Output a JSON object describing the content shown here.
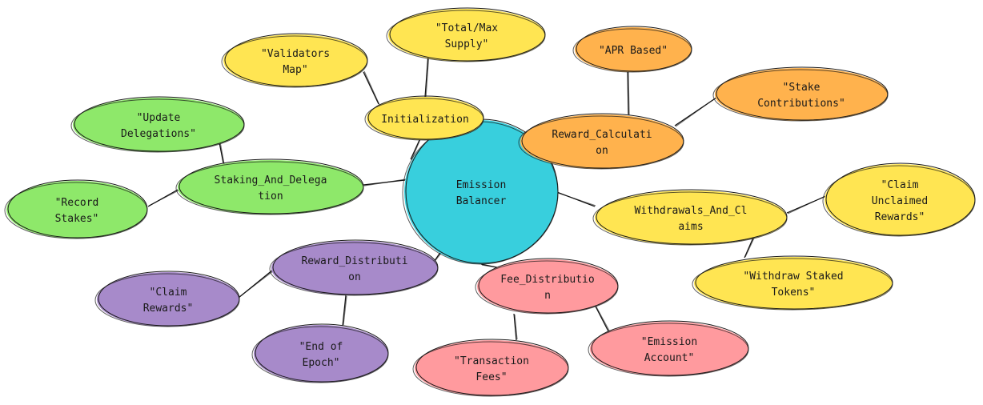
{
  "colors": {
    "center": "#38CFDD",
    "yellow": "#FFE552",
    "orange": "#FFB24D",
    "green": "#8EE86A",
    "purple": "#A78ACA",
    "pink": "#FF9A9E"
  },
  "nodes": {
    "center": {
      "lines": [
        "Emission",
        "Balancer"
      ]
    },
    "initialization": {
      "lines": [
        "Initialization"
      ]
    },
    "validators_map": {
      "lines": [
        "\"Validators",
        "Map\""
      ]
    },
    "total_max_supply": {
      "lines": [
        "\"Total/Max",
        "Supply\""
      ]
    },
    "reward_calculation": {
      "lines": [
        "Reward_Calculati",
        "on"
      ]
    },
    "apr_based": {
      "lines": [
        "\"APR Based\""
      ]
    },
    "stake_contributions": {
      "lines": [
        "\"Stake",
        "Contributions\""
      ]
    },
    "withdrawals_and_claims": {
      "lines": [
        "Withdrawals_And_Cl",
        "aims"
      ]
    },
    "claim_unclaimed_rewards": {
      "lines": [
        "\"Claim",
        "Unclaimed",
        "Rewards\""
      ]
    },
    "withdraw_staked_tokens": {
      "lines": [
        "\"Withdraw Staked",
        "Tokens\""
      ]
    },
    "fee_distribution": {
      "lines": [
        "Fee_Distributio",
        "n"
      ]
    },
    "transaction_fees": {
      "lines": [
        "\"Transaction",
        "Fees\""
      ]
    },
    "emission_account": {
      "lines": [
        "\"Emission",
        "Account\""
      ]
    },
    "reward_distribution": {
      "lines": [
        "Reward_Distributi",
        "on"
      ]
    },
    "claim_rewards": {
      "lines": [
        "\"Claim",
        "Rewards\""
      ]
    },
    "end_of_epoch": {
      "lines": [
        "\"End of",
        "Epoch\""
      ]
    },
    "staking_and_delegation": {
      "lines": [
        "Staking_And_Delega",
        "tion"
      ]
    },
    "update_delegations": {
      "lines": [
        "\"Update",
        "Delegations\""
      ]
    },
    "record_stakes": {
      "lines": [
        "\"Record",
        "Stakes\""
      ]
    }
  }
}
